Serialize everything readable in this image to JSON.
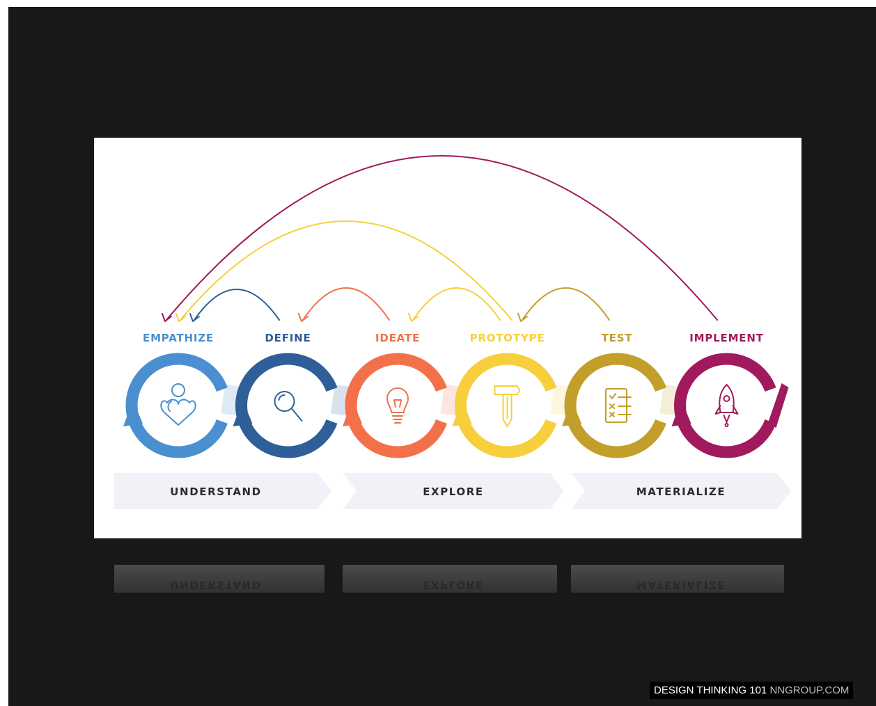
{
  "colors": {
    "empathize": "#4a90d0",
    "define": "#2f5f98",
    "ideate": "#f2714b",
    "prototype": "#f7cf3d",
    "test": "#c29e2a",
    "implement": "#a01a5d",
    "frame_bg": "#181818",
    "chevron_bg": "#f0f2f7",
    "phase_text": "#2b2b2b"
  },
  "stages": [
    {
      "label": "EMPATHIZE",
      "icon": "person-heart-icon"
    },
    {
      "label": "DEFINE",
      "icon": "magnifier-icon"
    },
    {
      "label": "IDEATE",
      "icon": "lightbulb-icon"
    },
    {
      "label": "PROTOTYPE",
      "icon": "hammer-icon"
    },
    {
      "label": "TEST",
      "icon": "checklist-icon"
    },
    {
      "label": "IMPLEMENT",
      "icon": "rocket-icon"
    }
  ],
  "phases": [
    "UNDERSTAND",
    "EXPLORE",
    "MATERIALIZE"
  ],
  "caption": {
    "title": "DESIGN THINKING 101",
    "site": "NNGROUP.COM"
  }
}
